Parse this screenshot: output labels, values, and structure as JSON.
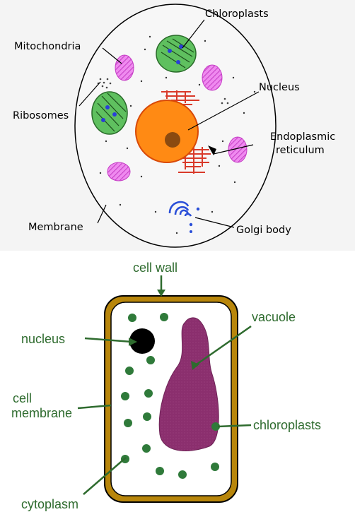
{
  "top_diagram": {
    "labels": {
      "chloroplasts": "Chloroplasts",
      "mitochondria": "Mitochondria",
      "nucleus": "Nucleus",
      "ribosomes": "Ribosomes",
      "endoplasmic_1": "Endoplasmic",
      "endoplasmic_2": "reticulum",
      "membrane": "Membrane",
      "golgi": "Golgi body"
    },
    "colors": {
      "background": "#f4f4f4",
      "cell_outline": "#000000",
      "chloroplast": "#5fc05f",
      "mitochondria": "#e85ee8",
      "nucleus": "#ff8a14",
      "nucleolus": "#8b4a10",
      "er": "#d93a2a",
      "golgi": "#2a4fd8"
    }
  },
  "bottom_diagram": {
    "labels": {
      "cell_wall": "cell wall",
      "nucleus": "nucleus",
      "vacuole": "vacuole",
      "cell": "cell",
      "membrane": "membrane",
      "chloroplasts": "chloroplasts",
      "cytoplasm": "cytoplasm"
    },
    "colors": {
      "label": "#2e6b2e",
      "wall": "#b8860b",
      "vacuole": "#8b2f6e",
      "chloroplast": "#2f7a3a",
      "nucleus": "#000000"
    }
  }
}
